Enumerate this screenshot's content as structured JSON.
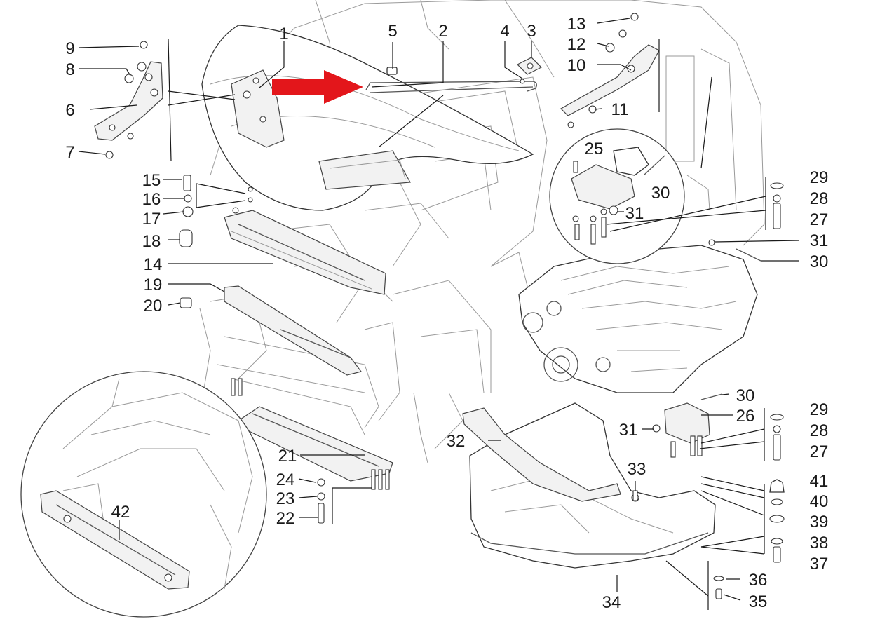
{
  "diagram": {
    "callouts": [
      {
        "id": "c1",
        "text": "1"
      },
      {
        "id": "c2",
        "text": "2"
      },
      {
        "id": "c3",
        "text": "3"
      },
      {
        "id": "c4",
        "text": "4"
      },
      {
        "id": "c5",
        "text": "5"
      },
      {
        "id": "c6",
        "text": "6"
      },
      {
        "id": "c7",
        "text": "7"
      },
      {
        "id": "c8",
        "text": "8"
      },
      {
        "id": "c9",
        "text": "9"
      },
      {
        "id": "c10",
        "text": "10"
      },
      {
        "id": "c11",
        "text": "11"
      },
      {
        "id": "c12",
        "text": "12"
      },
      {
        "id": "c13",
        "text": "13"
      },
      {
        "id": "c14",
        "text": "14"
      },
      {
        "id": "c15",
        "text": "15"
      },
      {
        "id": "c16",
        "text": "16"
      },
      {
        "id": "c17",
        "text": "17"
      },
      {
        "id": "c18",
        "text": "18"
      },
      {
        "id": "c19",
        "text": "19"
      },
      {
        "id": "c20",
        "text": "20"
      },
      {
        "id": "c21",
        "text": "21"
      },
      {
        "id": "c22",
        "text": "22"
      },
      {
        "id": "c23",
        "text": "23"
      },
      {
        "id": "c24",
        "text": "24"
      },
      {
        "id": "c25",
        "text": "25"
      },
      {
        "id": "c26",
        "text": "26"
      },
      {
        "id": "c27a",
        "text": "27"
      },
      {
        "id": "c27b",
        "text": "27"
      },
      {
        "id": "c28a",
        "text": "28"
      },
      {
        "id": "c28b",
        "text": "28"
      },
      {
        "id": "c29a",
        "text": "29"
      },
      {
        "id": "c29b",
        "text": "29"
      },
      {
        "id": "c30a",
        "text": "30"
      },
      {
        "id": "c30b",
        "text": "30"
      },
      {
        "id": "c30c",
        "text": "30"
      },
      {
        "id": "c31a",
        "text": "31"
      },
      {
        "id": "c31b",
        "text": "31"
      },
      {
        "id": "c31c",
        "text": "31"
      },
      {
        "id": "c32",
        "text": "32"
      },
      {
        "id": "c33",
        "text": "33"
      },
      {
        "id": "c34",
        "text": "34"
      },
      {
        "id": "c35",
        "text": "35"
      },
      {
        "id": "c36",
        "text": "36"
      },
      {
        "id": "c37",
        "text": "37"
      },
      {
        "id": "c38",
        "text": "38"
      },
      {
        "id": "c39",
        "text": "39"
      },
      {
        "id": "c40",
        "text": "40"
      },
      {
        "id": "c41",
        "text": "41"
      },
      {
        "id": "c42",
        "text": "42"
      }
    ],
    "colors": {
      "arrow": "#e3161b",
      "line": "#1a1a1a",
      "drawing": "#9a9a9a"
    }
  }
}
